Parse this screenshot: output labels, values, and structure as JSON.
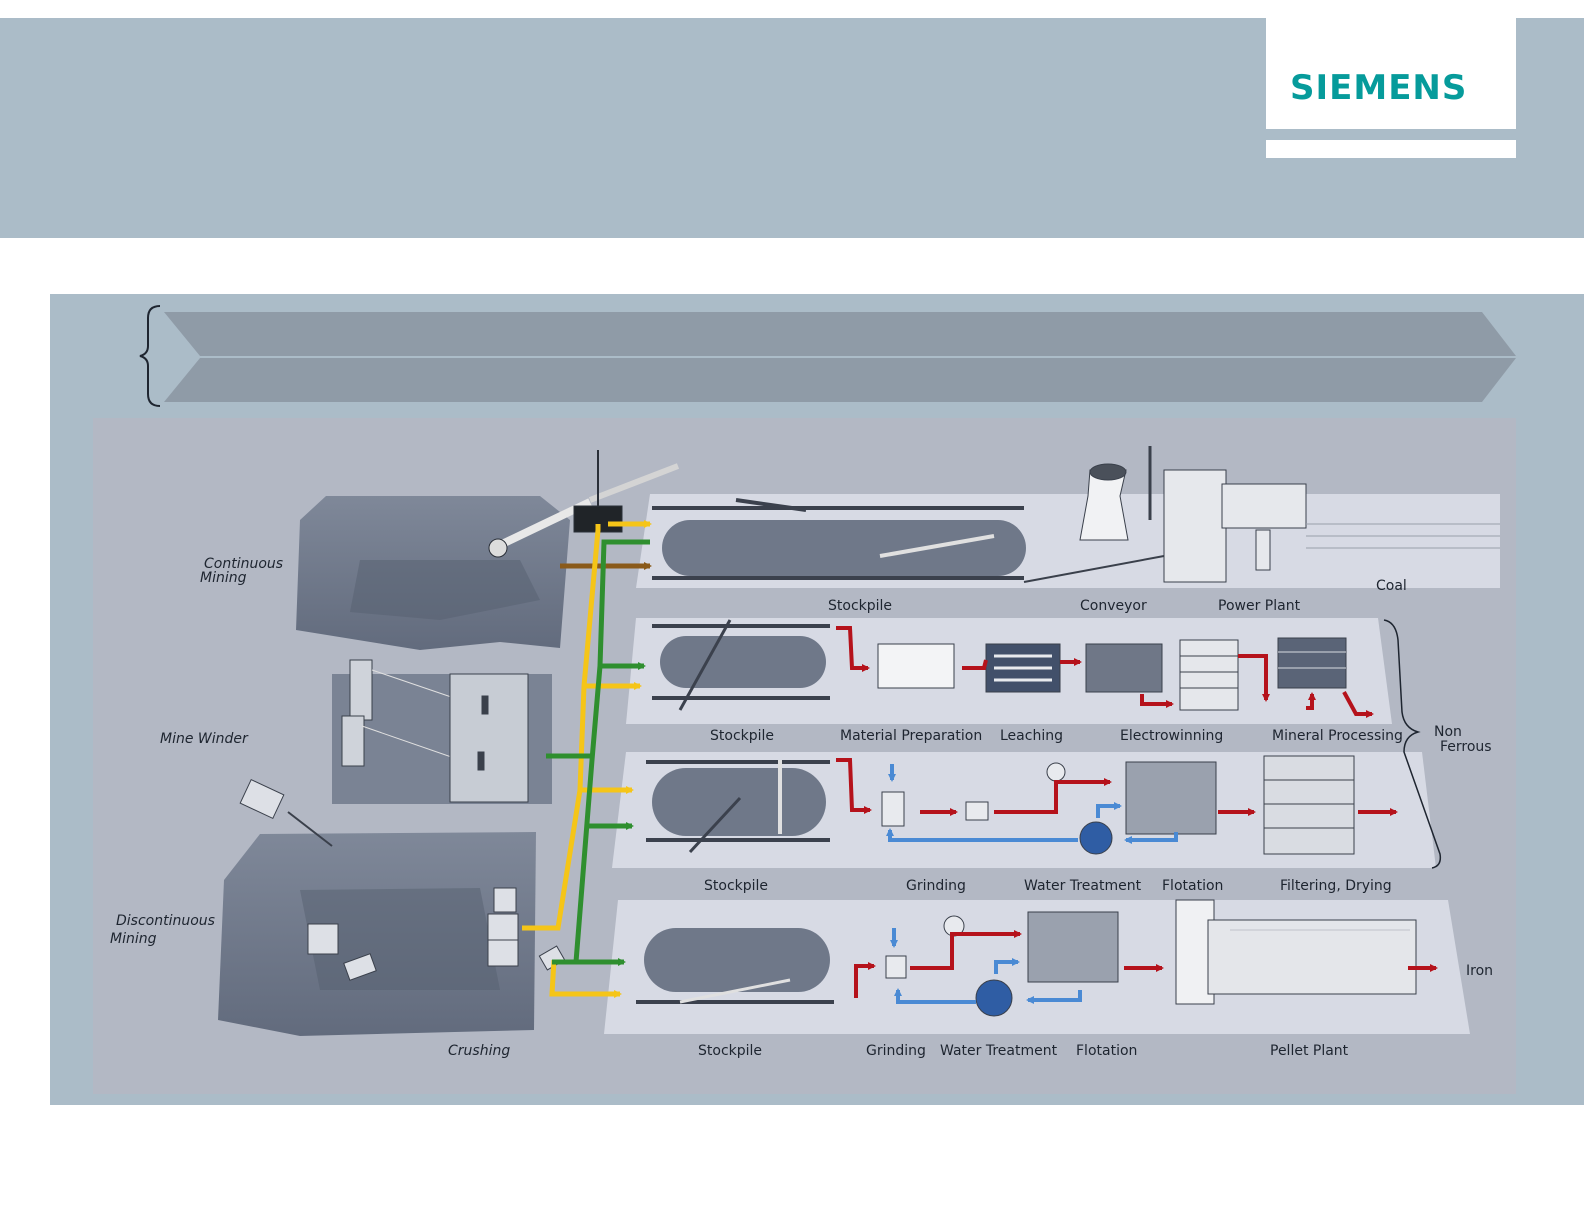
{
  "brand": {
    "logo_text": "SIEMENS",
    "logo_color": "#069b9b"
  },
  "colors": {
    "header_band": "#abbcc8",
    "panel": "#abbcc8",
    "banner": "#8f9ba7",
    "diagram_bg": "#b3b8c4",
    "platform": "#d7dae4",
    "flow_yellow": "#f5c518",
    "flow_green": "#2f8f2f",
    "flow_brown": "#8a5a1a",
    "flow_red": "#b5121b",
    "flow_blue": "#4a8ad4"
  },
  "diagram": {
    "left": {
      "continuous_mining_1": "Continuous",
      "continuous_mining_2": "Mining",
      "mine_winder": "Mine Winder",
      "discontinuous_mining_1": "Discontinuous",
      "discontinuous_mining_2": "Mining",
      "crushing": "Crushing"
    },
    "coal_row": {
      "stockpile": "Stockpile",
      "conveyor": "Conveyor",
      "power_plant": "Power Plant",
      "output": "Coal"
    },
    "nonferrous_row1": {
      "stockpile": "Stockpile",
      "material_preparation": "Material Preparation",
      "leaching": "Leaching",
      "electrowinning": "Electrowinning",
      "mineral_processing": "Mineral Processing"
    },
    "nonferrous_group": {
      "label_1": "Non",
      "label_2": "Ferrous"
    },
    "nonferrous_row2": {
      "stockpile": "Stockpile",
      "grinding": "Grinding",
      "water_treatment": "Water Treatment",
      "flotation": "Flotation",
      "filtering_drying": "Filtering, Drying"
    },
    "iron_row": {
      "stockpile": "Stockpile",
      "grinding": "Grinding",
      "water_treatment": "Water Treatment",
      "flotation": "Flotation",
      "pellet_plant": "Pellet Plant",
      "output": "Iron"
    }
  }
}
